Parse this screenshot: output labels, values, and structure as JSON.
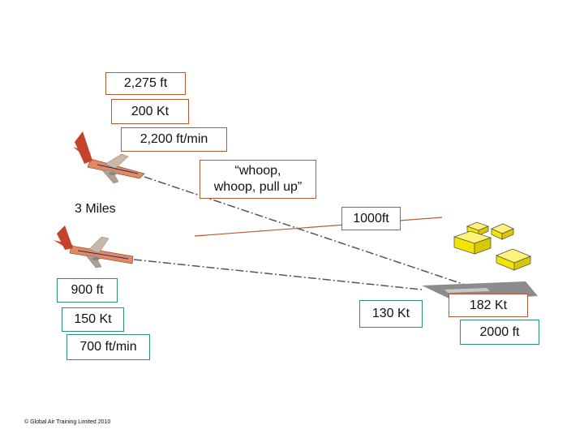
{
  "upper_aircraft": {
    "altitude": "2,275 ft",
    "speed": "200 Kt",
    "descent_rate": "2,200 ft/min"
  },
  "warning": "“whoop, whoop, pull up”",
  "distance": "3 Miles",
  "altitude_marker": "1000ft",
  "lower_aircraft": {
    "altitude": "900 ft",
    "speed": "150 Kt",
    "descent_rate": "700 ft/min"
  },
  "mid_speed": "130 Kt",
  "runway_speed": "182 Kt",
  "runway_distance": "2000 ft",
  "copyright": "© Global Air Training Limited 2010",
  "colors": {
    "brown_border": "#b25a32",
    "teal_border": "#2f8b7a",
    "fuselage": "#e08a63",
    "tail": "#c5432a",
    "building_yellow": "#f2e600",
    "runway": "#8c8c8c"
  }
}
